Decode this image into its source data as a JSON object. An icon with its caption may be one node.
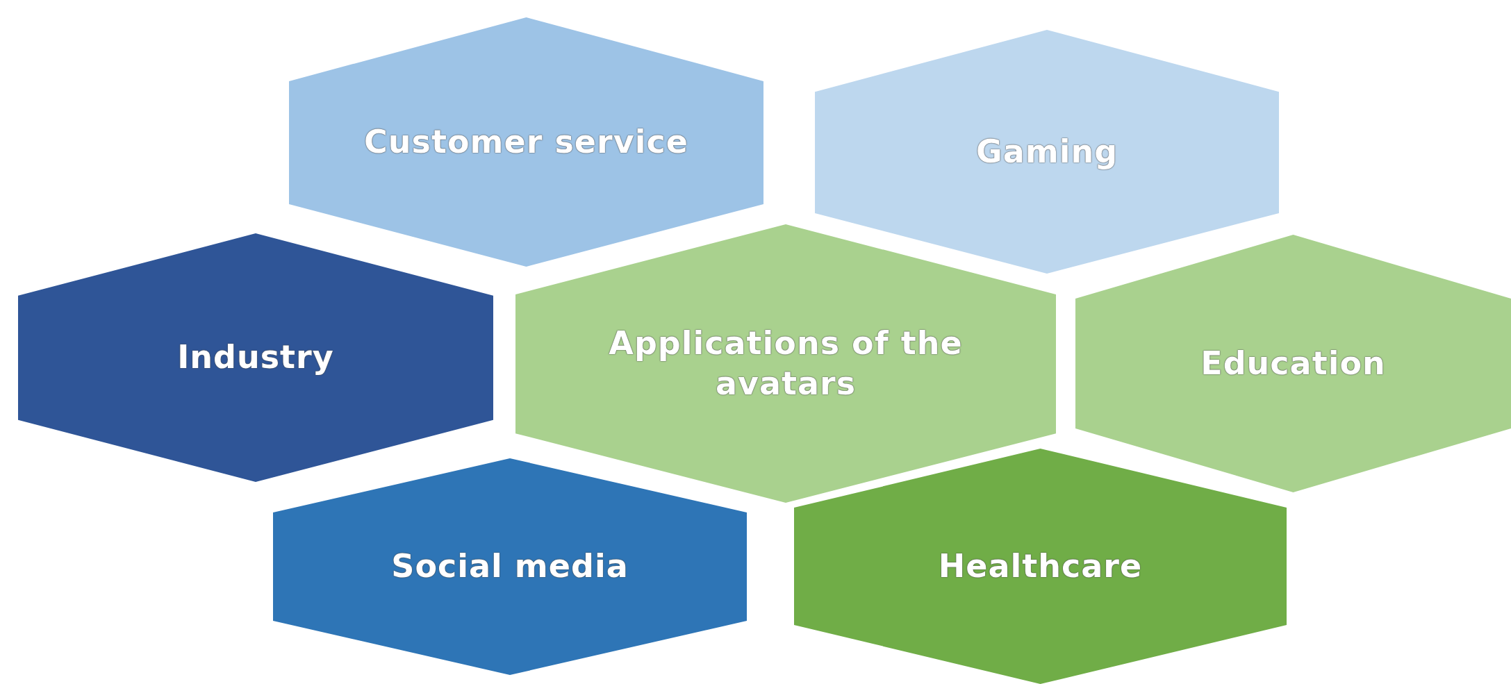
{
  "diagram": {
    "nodes": [
      {
        "text": [
          "Customer service"
        ]
      },
      {
        "text": [
          "Gaming"
        ]
      },
      {
        "text": [
          "Industry"
        ]
      },
      {
        "text": [
          "Applications of the avatars"
        ]
      },
      {
        "text": [
          "Education"
        ]
      },
      {
        "text": [
          "Social media"
        ]
      },
      {
        "text": [
          "Healthcare"
        ]
      }
    ]
  }
}
